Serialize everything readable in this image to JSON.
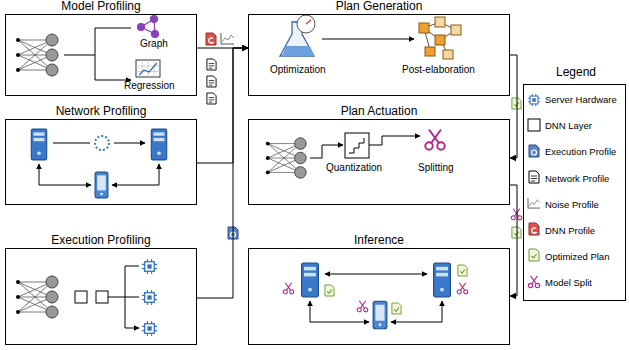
{
  "diagram": {
    "nodes": [
      {
        "text": [
          "Model Profiling"
        ]
      },
      {
        "text": [
          "Network Profiling"
        ]
      },
      {
        "text": [
          "Execution Profiling"
        ]
      },
      {
        "text": [
          "Plan Generation"
        ]
      },
      {
        "text": [
          "Plan Actuation"
        ]
      },
      {
        "text": [
          "Inference"
        ]
      }
    ],
    "edges": [
      {
        "from": 0,
        "to": 3,
        "arrow": "to"
      },
      {
        "from": 1,
        "to": 3,
        "arrow": "to"
      },
      {
        "from": 2,
        "to": 3,
        "arrow": "to"
      },
      {
        "from": 3,
        "to": 4,
        "arrow": "to"
      },
      {
        "from": 4,
        "to": 5,
        "arrow": "to"
      }
    ],
    "labels": [
      "Graph",
      "Regression",
      "Optimization",
      "Post-elaboration",
      "Quantization",
      "Splitting",
      "Legend"
    ],
    "legend": [
      {
        "text": "Server Hardware"
      },
      {
        "text": "DNN Layer"
      },
      {
        "text": "Execution Profile"
      },
      {
        "text": "Network Profile"
      },
      {
        "text": "Noise Profile"
      },
      {
        "text": "DNN Profile"
      },
      {
        "text": "Optimized Plan"
      },
      {
        "text": "Model Split"
      }
    ]
  }
}
